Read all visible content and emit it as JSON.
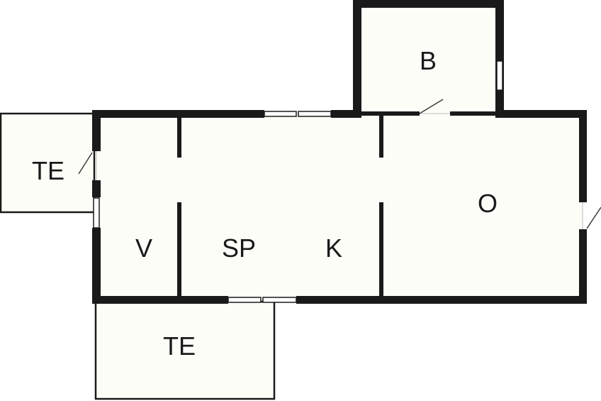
{
  "floorplan": {
    "colors": {
      "wall": "#1a1a1a",
      "floor": "#fdfdf8",
      "background": "#ffffff",
      "window_fill": "#ffffff"
    },
    "rooms": [
      {
        "id": "te-left",
        "label": "TE"
      },
      {
        "id": "te-bottom",
        "label": "TE"
      },
      {
        "id": "v",
        "label": "V"
      },
      {
        "id": "sp",
        "label": "SP"
      },
      {
        "id": "k",
        "label": "K"
      },
      {
        "id": "o",
        "label": "O"
      },
      {
        "id": "b",
        "label": "B"
      }
    ]
  }
}
